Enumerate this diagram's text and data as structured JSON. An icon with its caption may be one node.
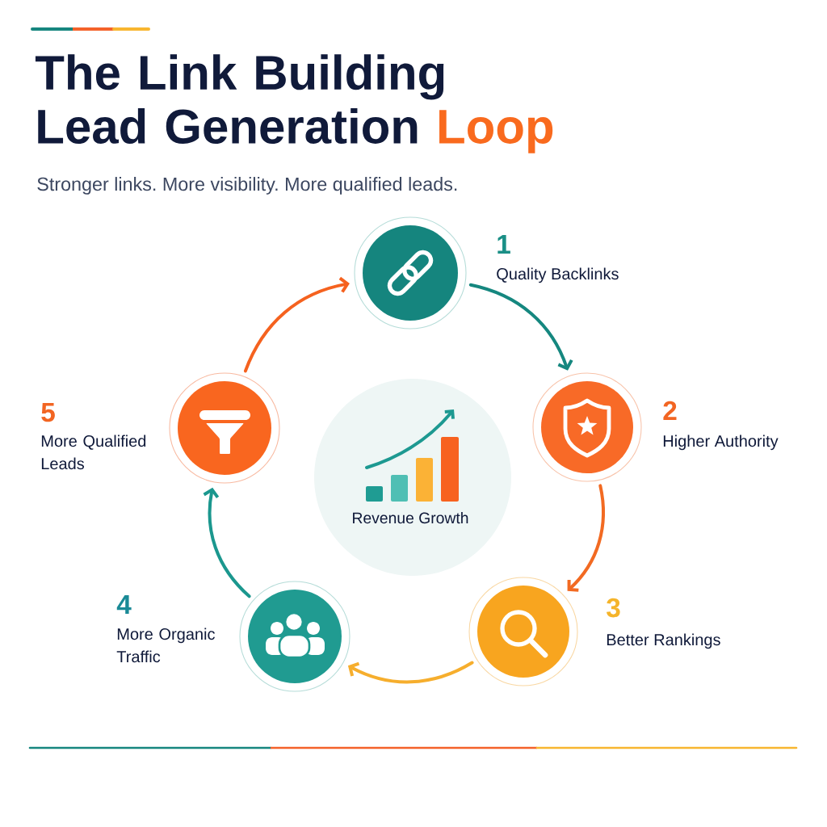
{
  "diagram": {
    "title": "The Link Building Lead Generation Loop",
    "nodes": [
      {
        "text": [],
        "shape": "circle",
        "beside": [
          "1",
          "Quality Backlinks"
        ]
      },
      {
        "text": [],
        "shape": "circle",
        "beside": [
          "2",
          "Higher Authority"
        ]
      },
      {
        "text": [],
        "shape": "circle",
        "beside": [
          "3",
          "Better Rankings"
        ]
      },
      {
        "text": [],
        "shape": "circle",
        "beside": [
          "4",
          "More Organic Traffic"
        ]
      },
      {
        "text": [],
        "shape": "circle",
        "beside": [
          "5",
          "More Qualified Leads"
        ]
      },
      {
        "text": [
          "Revenue Growth"
        ]
      }
    ],
    "edges": [
      {
        "from": 0,
        "to": 1,
        "arrow": "to",
        "color": "#15877f"
      },
      {
        "from": 1,
        "to": 2,
        "arrow": "to",
        "color": "#f26a22"
      },
      {
        "from": 2,
        "to": 3,
        "arrow": "to",
        "color": "#f6ae2d"
      },
      {
        "from": 3,
        "to": 4,
        "arrow": "to",
        "color": "#1b978e"
      },
      {
        "from": 4,
        "to": 0,
        "arrow": "to",
        "color": "#f5621f"
      }
    ],
    "labels": [
      "Stronger links. More visibility. More qualified leads."
    ]
  }
}
